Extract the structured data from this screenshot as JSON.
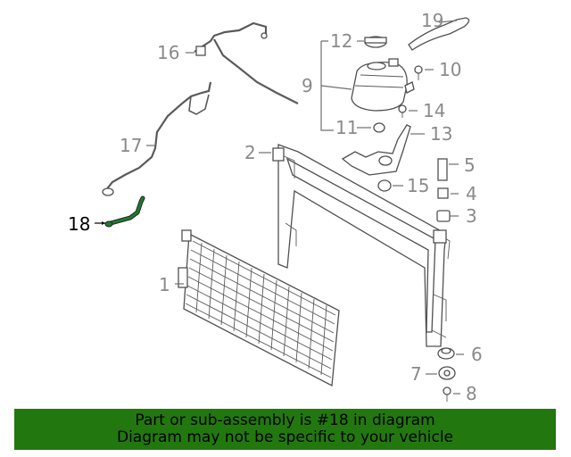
{
  "callouts": [
    {
      "id": "1",
      "label": "1"
    },
    {
      "id": "2",
      "label": "2"
    },
    {
      "id": "3",
      "label": "3"
    },
    {
      "id": "4",
      "label": "4"
    },
    {
      "id": "5",
      "label": "5"
    },
    {
      "id": "6",
      "label": "6"
    },
    {
      "id": "7",
      "label": "7"
    },
    {
      "id": "8",
      "label": "8"
    },
    {
      "id": "9",
      "label": "9"
    },
    {
      "id": "10",
      "label": "10"
    },
    {
      "id": "11",
      "label": "11"
    },
    {
      "id": "12",
      "label": "12"
    },
    {
      "id": "13",
      "label": "13"
    },
    {
      "id": "14",
      "label": "14"
    },
    {
      "id": "15",
      "label": "15"
    },
    {
      "id": "16",
      "label": "16"
    },
    {
      "id": "17",
      "label": "17"
    },
    {
      "id": "18",
      "label": "18"
    },
    {
      "id": "19",
      "label": "19"
    }
  ],
  "highlighted_part": "18",
  "colors": {
    "banner": "#22780f",
    "callout": "#8a8a8a",
    "highlight": "#000000",
    "highlight_part": "#1f7a2e"
  },
  "banner": {
    "line1": "Part or sub-assembly is #18 in diagram",
    "line2": "Diagram may not be specific to your vehicle"
  }
}
